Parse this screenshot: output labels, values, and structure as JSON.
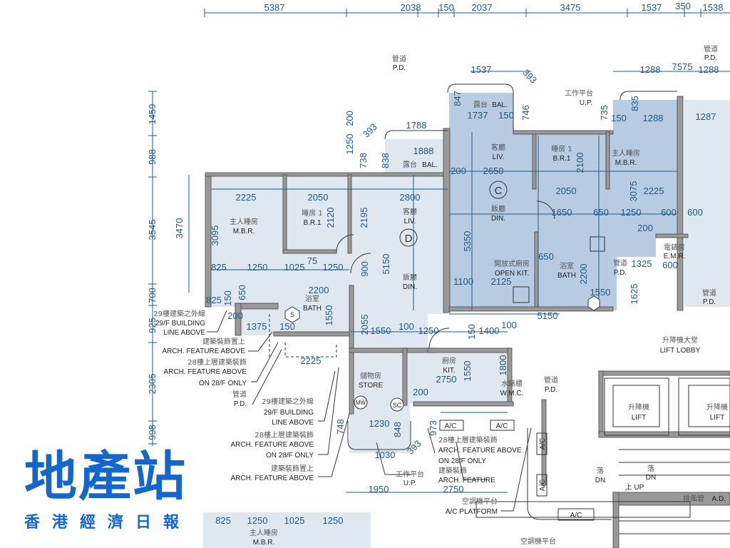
{
  "top_dimensions": [
    "5387",
    "2038",
    "150",
    "2037",
    "3475",
    "1537",
    "350",
    "1538"
  ],
  "left_dimensions": [
    "1459",
    "988",
    "3545",
    "700",
    "925",
    "2305",
    "998"
  ],
  "colors": {
    "unit_d": "#dfe8f0",
    "unit_c": "#b7cce2",
    "dimension": "#1c5a86",
    "logo": "#1466cc"
  },
  "unit_d": {
    "flat_mark": "D",
    "rooms": {
      "mbr_cn": "主人睡房",
      "mbr": "M.B.R.",
      "br1_cn": "睡房 1",
      "br1": "B.R.1",
      "liv_cn": "客廳",
      "liv": "LIV.",
      "din_cn": "飯廳",
      "din": "DIN.",
      "bath_cn": "浴室",
      "bath": "BATH",
      "bal_cn": "露台",
      "bal": "BAL.",
      "store_cn": "儲物房",
      "store": "STORE",
      "kit_cn": "廚房",
      "kit": "KIT.",
      "wmc_cn": "水錶櫃",
      "wmc": "W.M.C.",
      "pd_cn": "管道",
      "pd": "P.D.",
      "mw": "MW",
      "sc": "SC",
      "s": "S"
    },
    "dims": [
      "2225",
      "2050",
      "2800",
      "3095",
      "3470",
      "2120",
      "2195",
      "825",
      "1250",
      "1025",
      "75",
      "1250",
      "825",
      "650",
      "150",
      "200",
      "1375",
      "150",
      "2200",
      "1550",
      "900",
      "5150",
      "2055",
      "1550",
      "100",
      "1250",
      "1888",
      "1788",
      "738",
      "1250",
      "200",
      "838",
      "393",
      "2225",
      "2750",
      "1800",
      "1550",
      "1230",
      "848",
      "1030",
      "393",
      "1950",
      "2750",
      "748",
      "973",
      "150",
      "200",
      "1400",
      "100"
    ]
  },
  "unit_c": {
    "flat_mark": "C",
    "rooms": {
      "liv_cn": "客廳",
      "liv": "LIV.",
      "din_cn": "飯廳",
      "din": "DIN.",
      "br1_cn": "睡房 1",
      "br1": "B.R.1",
      "mbr_cn": "主人睡房",
      "mbr": "M.B.R.",
      "kit_cn": "開放式廚房",
      "kit": "OPEN KIT.",
      "bath_cn": "浴室",
      "bath": "BATH",
      "bal_cn": "露台",
      "bal": "BAL.",
      "emr_cn": "電錶房",
      "emr": "E.M.R.",
      "pd_cn": "管道",
      "pd": "P.D.",
      "up_cn": "工作平台",
      "up": "U.P."
    },
    "dims": [
      "1537",
      "393",
      "1737",
      "150",
      "847",
      "746",
      "200",
      "2650",
      "2050",
      "2100",
      "2225",
      "5350",
      "1650",
      "650",
      "1250",
      "600",
      "200",
      "3075",
      "5150",
      "2125",
      "1100",
      "650",
      "2200",
      "1550",
      "1325",
      "600",
      "600",
      "1288",
      "7575",
      "1288",
      "735",
      "150",
      "835",
      "1288",
      "1287",
      "1625"
    ]
  },
  "annotations": {
    "bl29_cn": "29樓建築之外線",
    "bl29_1": "29/F BUILDING",
    "bl29_2": "LINE ABOVE",
    "af_cn": "建築裝飾置上",
    "af": "ARCH. FEATURE ABOVE",
    "af28_cn": "28樓上層建築裝飾",
    "af28_1": "ARCH. FEATURE ABOVE",
    "af28_2": "ON 28/F ONLY",
    "pd_cn": "管道",
    "pd": "P.D.",
    "up_cn": "工作平台",
    "up": "U.P.",
    "arch_cn": "建築裝飾",
    "arch": "ARCH. FEATURE",
    "acp_cn": "空調機平台",
    "acp": "A/C PLATFORM",
    "ac": "A/C",
    "lobby_cn": "升降機大堂",
    "lobby": "LIFT LOBBY",
    "lift_cn": "升降機",
    "lift": "LIFT",
    "dn_cn": "落",
    "dn": "DN",
    "up_stair": "上 UP",
    "ad_cn": "排風管",
    "ad": "A.D."
  },
  "logo": {
    "main": "地產站",
    "sub": "香港經濟日報"
  }
}
